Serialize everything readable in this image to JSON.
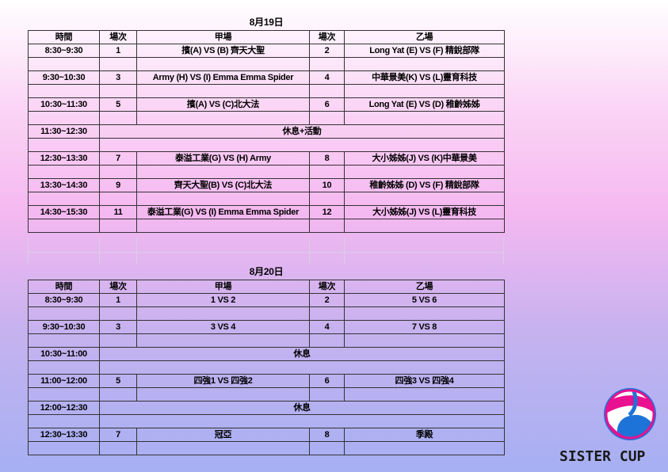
{
  "headers": {
    "time": "時間",
    "match_no": "場次",
    "court_a": "甲場",
    "court_b": "乙場"
  },
  "day1": {
    "date": "8月19日",
    "rows": [
      {
        "time": "8:30~9:30",
        "a_no": "1",
        "a_match": "擯(A) VS (B) 齊天大聖",
        "b_no": "2",
        "b_match": "Long Yat  (E) VS (F) 精銳部隊"
      },
      {
        "time": "9:30~10:30",
        "a_no": "3",
        "a_match": "Army  (H) VS (I)  Emma Emma Spider",
        "b_no": "4",
        "b_match": "中華景美(K) VS (L)靈育科技"
      },
      {
        "time": "10:30~11:30",
        "a_no": "5",
        "a_match": "擯(A) VS (C)北大法",
        "b_no": "6",
        "b_match": "Long Yat  (E) VS (D) 稚齡姊姊"
      },
      {
        "time": "11:30~12:30",
        "break": "休息+活動"
      },
      {
        "time": "12:30~13:30",
        "a_no": "7",
        "a_match": "泰溢工業(G) VS (H)  Army",
        "b_no": "8",
        "b_match": "大小姊姊(J) VS (K)中華景美"
      },
      {
        "time": "13:30~14:30",
        "a_no": "9",
        "a_match": "齊天大聖(B) VS (C)北大法",
        "b_no": "10",
        "b_match": "稚齡姊姊  (D) VS (F) 精銳部隊"
      },
      {
        "time": "14:30~15:30",
        "a_no": "11",
        "a_match": "泰溢工業(G) VS (I)  Emma Emma Spider",
        "b_no": "12",
        "b_match": "大小姊姊(J) VS (L)靈育科技"
      }
    ]
  },
  "day2": {
    "date": "8月20日",
    "rows": [
      {
        "time": "8:30~9:30",
        "a_no": "1",
        "a_match": "1 VS 2",
        "b_no": "2",
        "b_match": "5 VS 6"
      },
      {
        "time": "9:30~10:30",
        "a_no": "3",
        "a_match": "3 VS 4",
        "b_no": "4",
        "b_match": "7 VS 8"
      },
      {
        "time": "10:30~11:00",
        "break": "休息"
      },
      {
        "time": "11:00~12:00",
        "a_no": "5",
        "a_match": "四強1 VS 四強2",
        "b_no": "6",
        "b_match": "四強3 VS 四強4"
      },
      {
        "time": "12:00~12:30",
        "break": "休息"
      },
      {
        "time": "12:30~13:30",
        "a_no": "7",
        "a_match": "冠亞",
        "b_no": "8",
        "b_match": "季殿"
      }
    ]
  },
  "brand": {
    "name": "SISTER CUP",
    "colors": {
      "magenta": "#e8118f",
      "blue": "#1e73d8",
      "white": "#ffffff"
    }
  }
}
